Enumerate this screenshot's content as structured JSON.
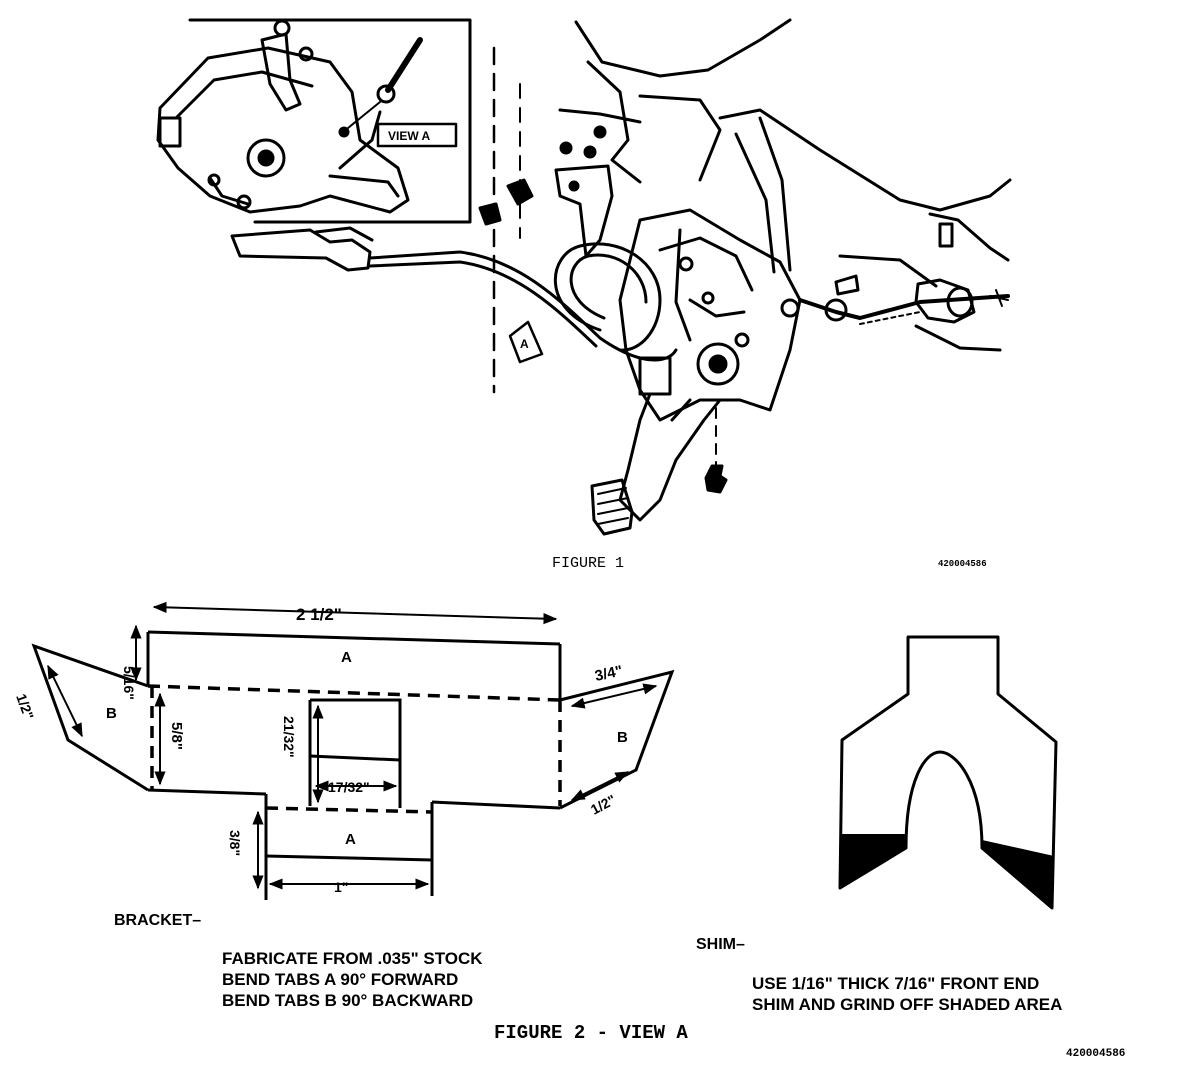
{
  "figure1": {
    "caption": "FIGURE 1",
    "part_number": "420004586",
    "view_tag": "VIEW A",
    "pointer_label": "A"
  },
  "bracket": {
    "width_dim": "2 1/2\"",
    "top_tab_dim": "5/16\"",
    "left_tab_height_dim": "5/8\"",
    "left_tab_width_dim": "1/2\"",
    "right_tab_top_dim": "3/4\"",
    "right_tab_bottom_dim": "1/2\"",
    "window_height_dim": "21/32\"",
    "window_width_dim": "17/32\"",
    "bottom_tab_height_dim": "3/8\"",
    "bottom_tab_width_dim": "1\"",
    "tab_a_top": "A",
    "tab_a_bottom": "A",
    "tab_b_left": "B",
    "tab_b_right": "B",
    "title": "BRACKET–",
    "instructions": [
      "FABRICATE FROM .035\" STOCK",
      "BEND TABS A 90° FORWARD",
      "BEND TABS B 90° BACKWARD"
    ]
  },
  "shim": {
    "title": "SHIM–",
    "instructions": [
      "USE 1/16\" THICK 7/16\" FRONT END",
      "SHIM AND GRIND OFF SHADED AREA"
    ]
  },
  "figure2": {
    "caption": "FIGURE 2 - VIEW A",
    "part_number": "420004586"
  }
}
